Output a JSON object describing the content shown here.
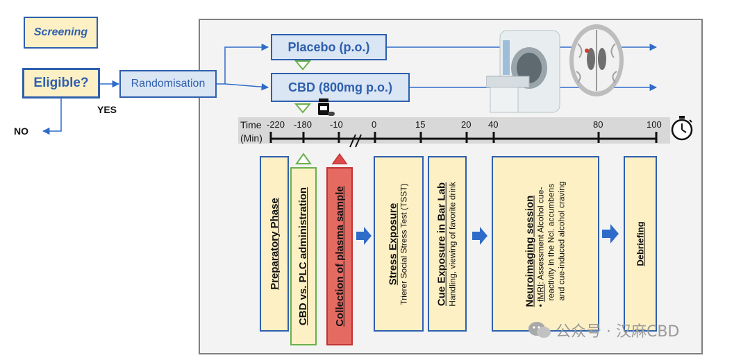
{
  "left_flow": {
    "screening": "Screening",
    "eligible": "Eligible?",
    "randomisation": "Randomisation",
    "yes": "YES",
    "no": "NO"
  },
  "arms": {
    "placebo": "Placebo (p.o.)",
    "cbd": "CBD (800mg p.o.)"
  },
  "timeline": {
    "time_label": "Time",
    "min_label": "(Min)",
    "ticks": [
      "-220",
      "-180",
      "-10",
      "0",
      "15",
      "20",
      "40",
      "80",
      "100"
    ]
  },
  "phases": {
    "preparatory": "Preparatory Phase",
    "administration": "CBD vs. PLC administration",
    "plasma": "Collection of plasma sample",
    "stress_title": "Stress Exposure",
    "stress_sub": "Trierer Social Stress Test (TSST)",
    "cue_title": "Cue Exposure in Bar Lab",
    "cue_sub": "Handling, viewing of favorite drink",
    "neuro_title": "Neuroimaging session",
    "neuro_line1_prefix": "fMRI",
    "neuro_line1_rest": ": Assessment Alcohol cue-",
    "neuro_line2": "reactivity in the Ncl. accumbens",
    "neuro_line3": "and cue-induced alcohol craving",
    "debriefing": "Debriefing"
  },
  "watermark": "公众号 · 汉麻CBD",
  "colors": {
    "box_fill": "#fdf0c4",
    "box_border": "#2e5fad",
    "arrow_blue": "#2f6cc9",
    "green": "#6ab04c",
    "red": "#e04a4a",
    "panel_bg": "#f2f2f2",
    "timeline_bg": "#d9d9d9"
  }
}
